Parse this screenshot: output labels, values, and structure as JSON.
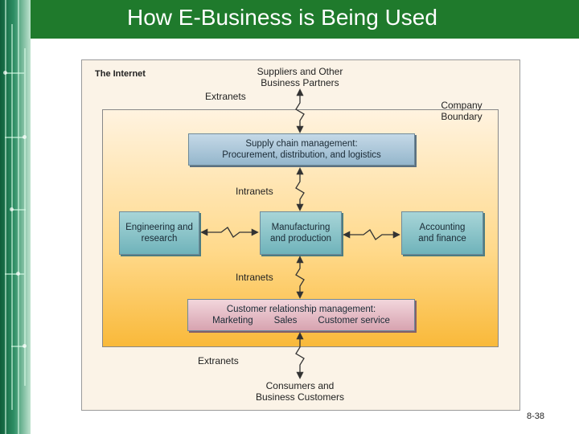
{
  "slide": {
    "title": "How E-Business is Being Used",
    "page_number": "8-38"
  },
  "diagram": {
    "internet_label": "The Internet",
    "suppliers": {
      "line1": "Suppliers and Other",
      "line2": "Business Partners"
    },
    "extranets_top": "Extranets",
    "company_boundary": {
      "line1": "Company",
      "line2": "Boundary"
    },
    "scm": {
      "line1": "Supply chain management:",
      "line2": "Procurement, distribution, and logistics"
    },
    "intranets_top": "Intranets",
    "engineering": {
      "line1": "Engineering and",
      "line2": "research"
    },
    "manufacturing": {
      "line1": "Manufacturing",
      "line2": "and production"
    },
    "accounting": {
      "line1": "Accounting",
      "line2": "and finance"
    },
    "intranets_bottom": "Intranets",
    "crm": {
      "line1": "Customer relationship management:",
      "items": [
        "Marketing",
        "Sales",
        "Customer service"
      ]
    },
    "extranets_bottom": "Extranets",
    "customers": {
      "line1": "Consumers and",
      "line2": "Business Customers"
    }
  },
  "colors": {
    "header_green": "#1f7a2c",
    "scm_box": "#a9c4d8",
    "dept_box": "#8cc4c9",
    "crm_box": "#e3bcc5"
  }
}
